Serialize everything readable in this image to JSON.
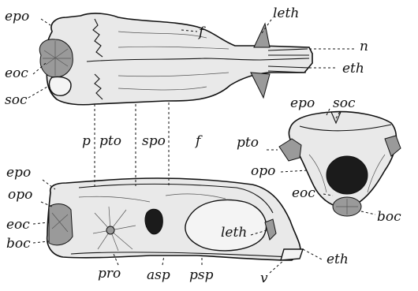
{
  "labels": {
    "top": {
      "epo": "epo",
      "f": "f",
      "leth": "leth",
      "n": "n",
      "eth": "eth",
      "eoc": "eoc",
      "soc": "soc"
    },
    "back": {
      "epo": "epo",
      "soc": "soc",
      "pto": "pto",
      "opo": "opo",
      "eoc": "eoc",
      "boc": "boc"
    },
    "side": {
      "p": "p",
      "pto": "pto",
      "spo": "spo",
      "f": "f",
      "epo": "epo",
      "opo": "opo",
      "eoc": "eoc",
      "boc": "boc",
      "leth": "leth",
      "eth": "eth",
      "pro": "pro",
      "asp": "asp",
      "psp": "psp",
      "v": "v"
    }
  }
}
